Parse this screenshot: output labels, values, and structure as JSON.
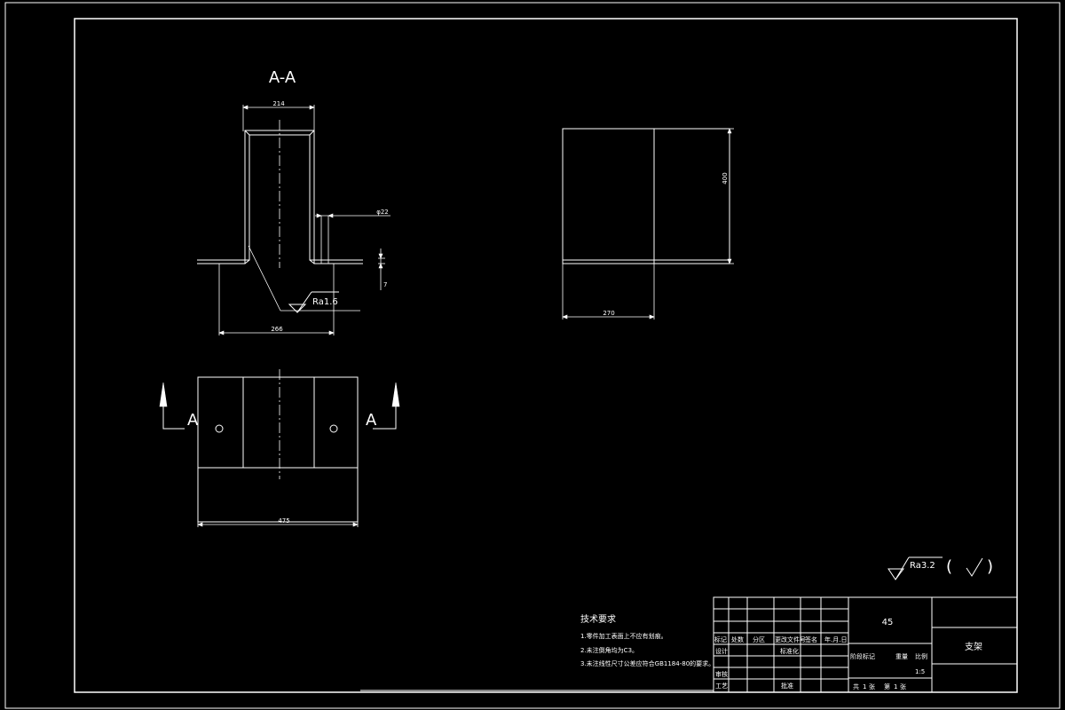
{
  "section_title": "A-A",
  "section_markers": {
    "left": "A",
    "right": "A"
  },
  "dimensions": {
    "top_width": "214",
    "slot": "φ22",
    "height_small": "7",
    "bottom_width": "266",
    "front_width": "475",
    "right_height": "400",
    "right_width": "270"
  },
  "roughness": {
    "local": "Ra1.6",
    "general": "Ra3.2",
    "general_paren_open": "(",
    "general_paren_close": ")"
  },
  "notes": {
    "title": "技术要求",
    "items": [
      "1.零件加工表面上不应有划痕。",
      "2.未注倒角均为C3。",
      "3.未注线性尺寸公差应符合GB1184-80的要求。"
    ]
  },
  "title_block": {
    "material": "45",
    "part_name": "支架",
    "header": {
      "mark": "标记",
      "count": "处数",
      "zone": "分区",
      "change_doc": "更改文件号",
      "signature": "签名",
      "date": "年.月.日"
    },
    "design": "设计",
    "standardization": "标准化",
    "review": "审核",
    "process": "工艺",
    "approve": "批准",
    "stage_mark": "阶段标记",
    "weight": "重量",
    "scale": "比例",
    "scale_value": "1:5",
    "sheet_prefix": "共",
    "sheet_total": "1",
    "sheet_unit": "张",
    "sheet_middle": "第",
    "sheet_current": "1",
    "sheet_suffix": "张"
  }
}
